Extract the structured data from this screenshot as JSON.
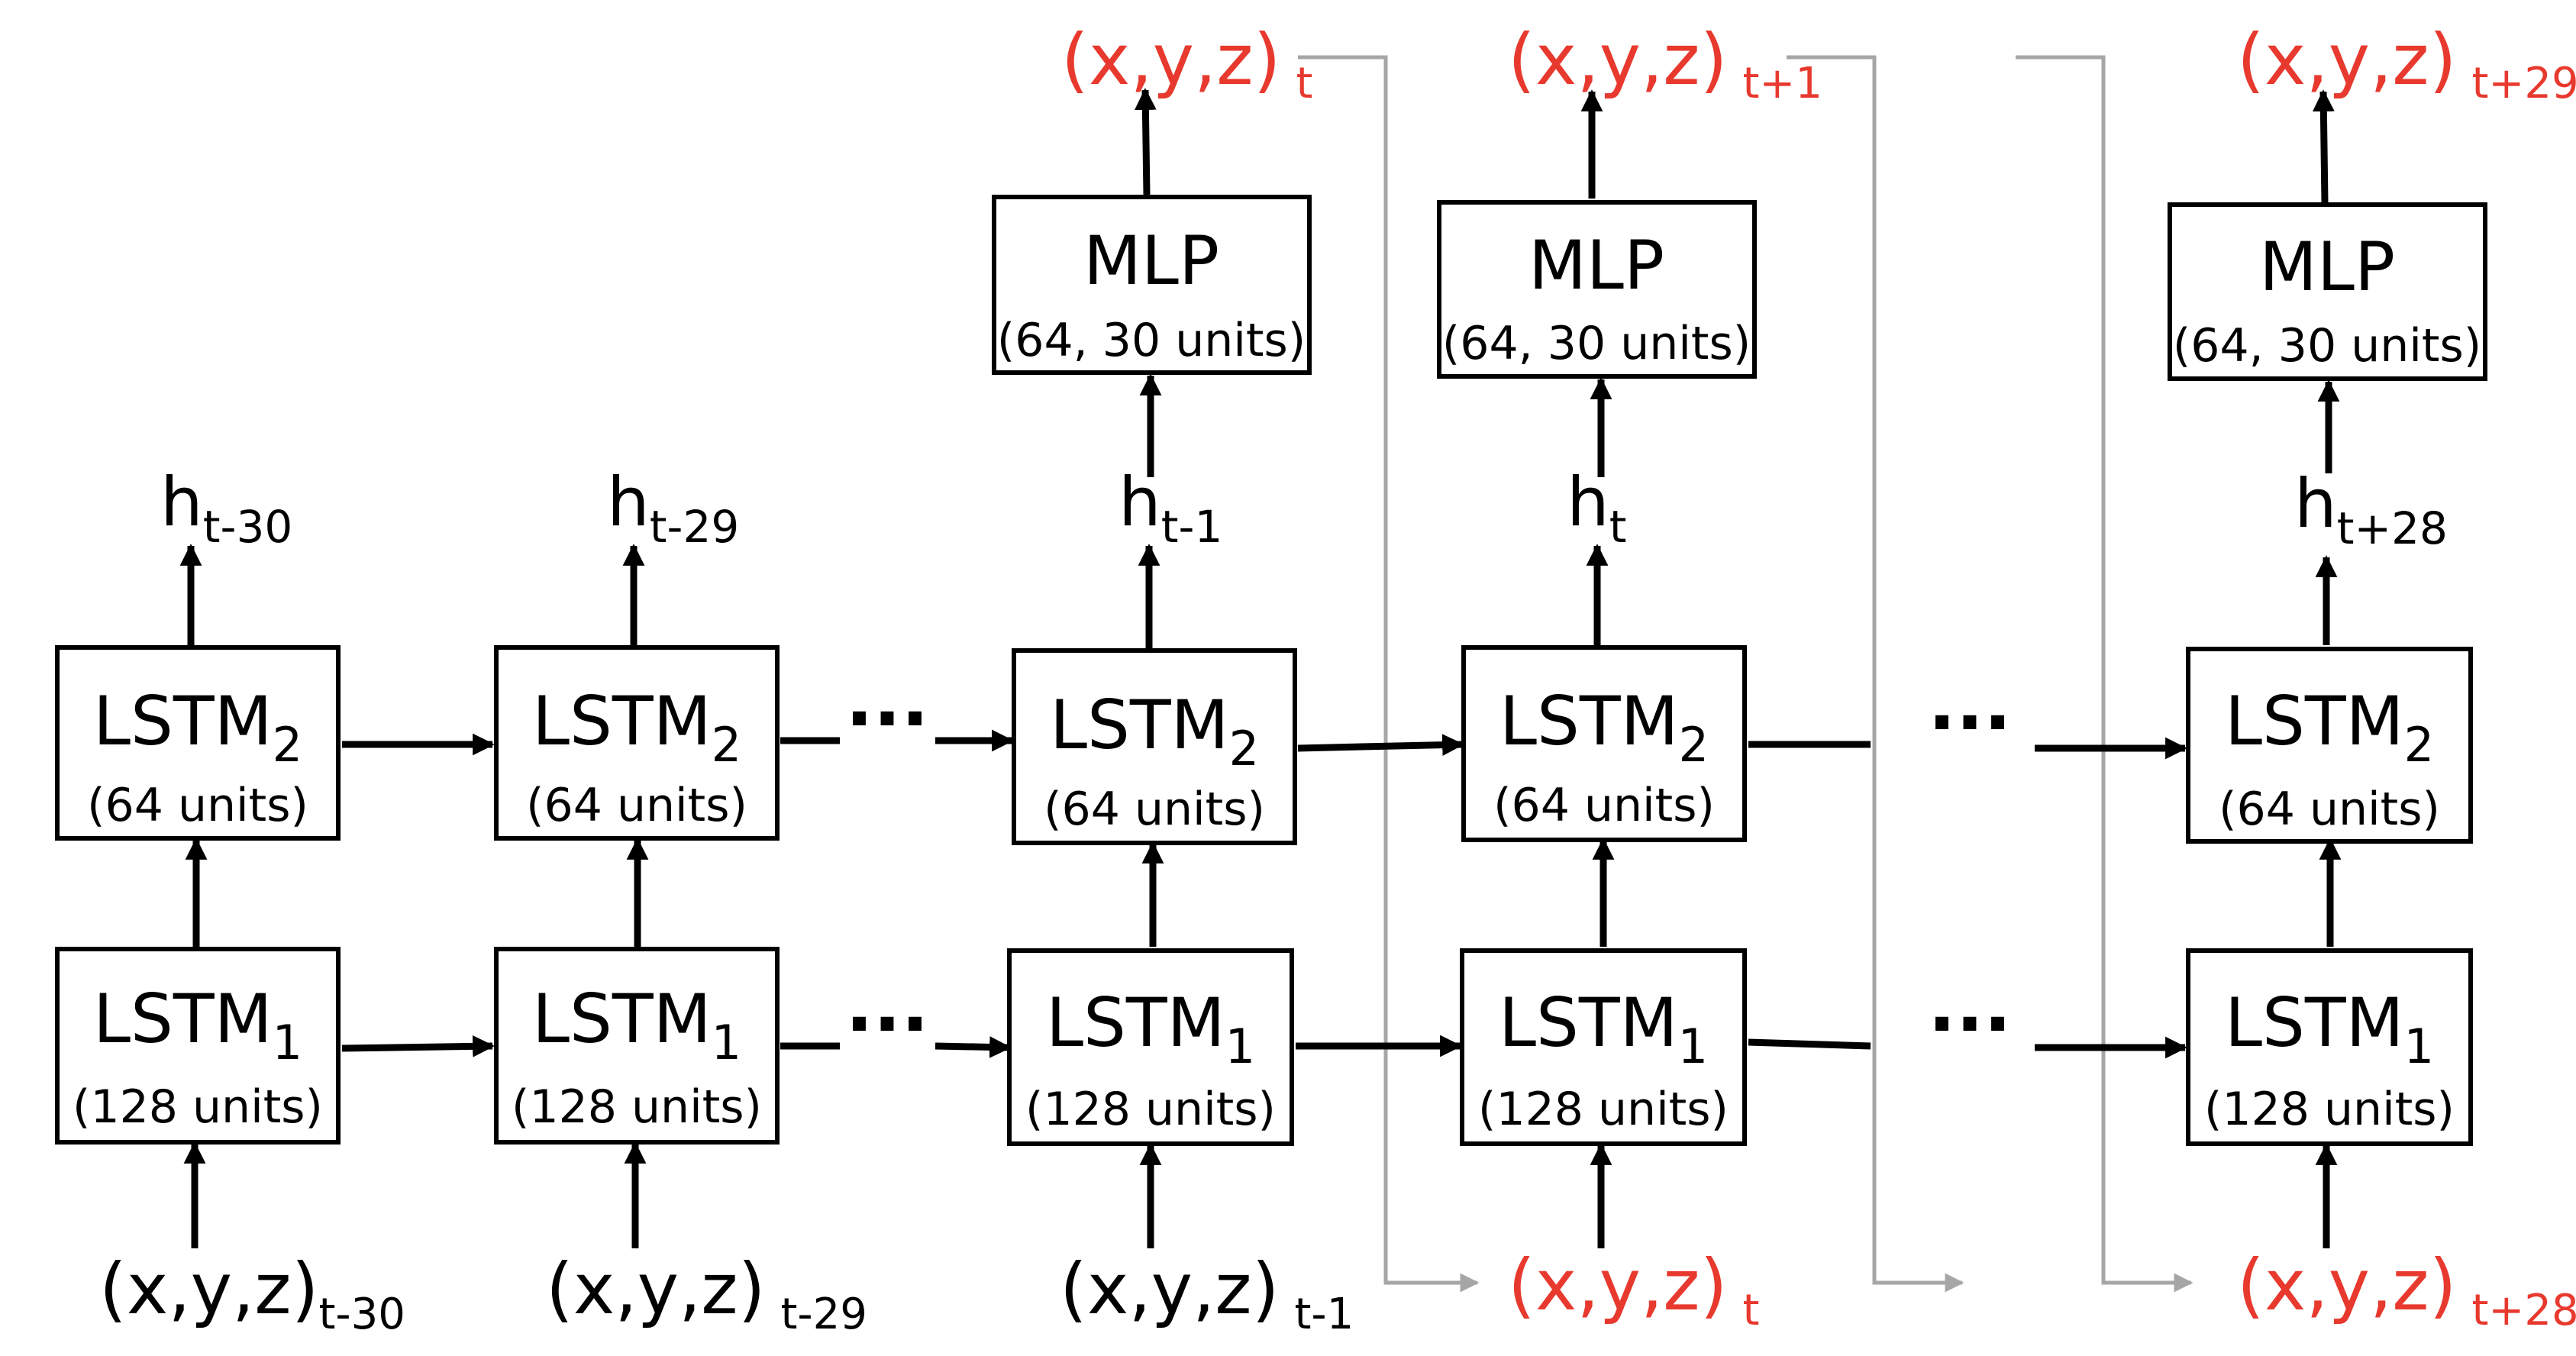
{
  "colors": {
    "output_text": "#e8392e",
    "input_text": "#000000",
    "feedback_line": "#a6a6a6",
    "box_stroke": "#000000"
  },
  "lstm2": {
    "name_main": "LSTM",
    "name_sub": "2",
    "units": "(64 units)"
  },
  "lstm1": {
    "name_main": "LSTM",
    "name_sub": "1",
    "units": "(128 units)"
  },
  "mlp": {
    "name": "MLP",
    "units": "(64, 30 units)"
  },
  "dots": "...",
  "hidden_states": [
    {
      "main": "h",
      "sub": "t-30"
    },
    {
      "main": "h",
      "sub": "t-29"
    },
    {
      "main": "h",
      "sub": "t-1"
    },
    {
      "main": "h",
      "sub": "t"
    },
    {
      "main": "h",
      "sub": "t+28"
    }
  ],
  "outputs": [
    {
      "main": "(x,y,z)",
      "sub": "t"
    },
    {
      "main": "(x,y,z)",
      "sub": "t+1"
    },
    {
      "main": "(x,y,z)",
      "sub": "t+29"
    }
  ],
  "inputs": [
    {
      "main": "(x,y,z)",
      "sub": "t-30",
      "color": "input"
    },
    {
      "main": "(x,y,z)",
      "sub": "t-29",
      "color": "input"
    },
    {
      "main": "(x,y,z)",
      "sub": "t-1",
      "color": "input"
    },
    {
      "main": "(x,y,z)",
      "sub": "t",
      "color": "output"
    },
    {
      "main": "(x,y,z)",
      "sub": "t+28",
      "color": "output"
    }
  ]
}
